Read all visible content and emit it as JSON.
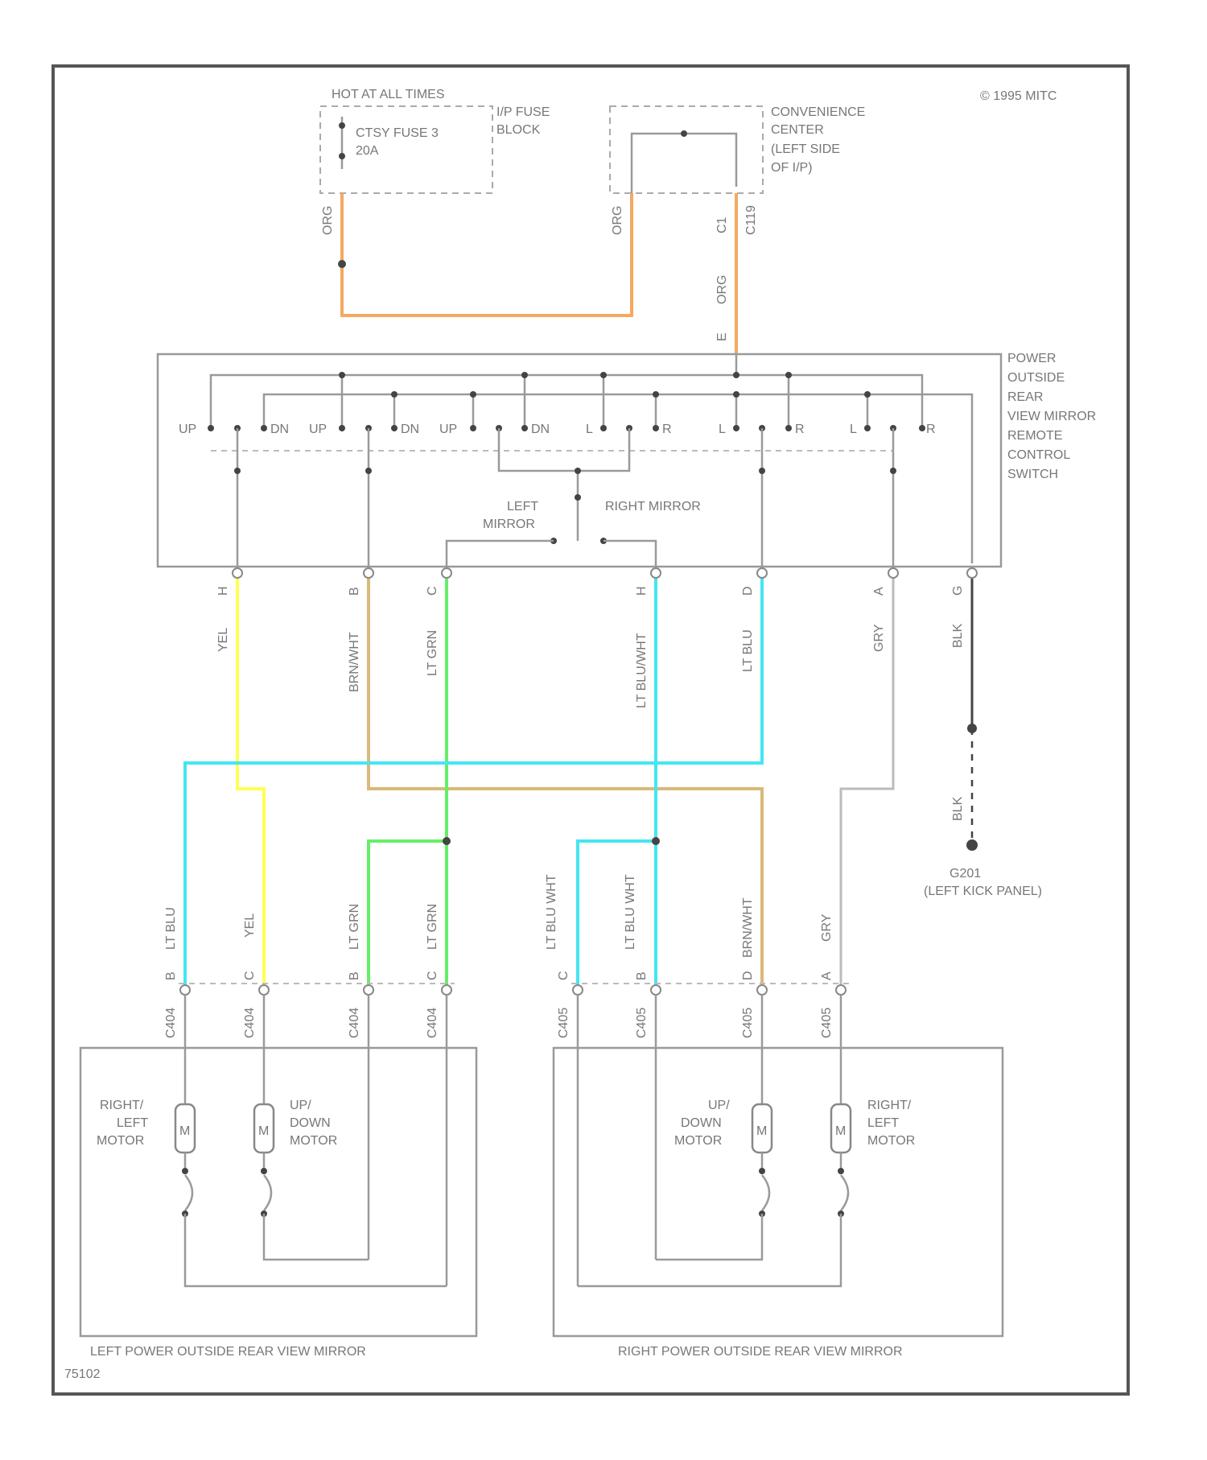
{
  "header": {
    "hot_label": "HOT AT ALL TIMES",
    "copyright": "© 1995 MITC"
  },
  "fuse_block": {
    "fuse": "CTSY FUSE 3",
    "rating": "20A",
    "name_line1": "I/P FUSE",
    "name_line2": "BLOCK"
  },
  "convenience_center": {
    "line1": "CONVENIENCE",
    "line2": "CENTER",
    "line3": "(LEFT SIDE",
    "line4": "OF I/P)"
  },
  "top_wires": {
    "fuse_wire": "ORG",
    "cc_in_wire": "ORG",
    "cc_pin": "C1",
    "cc_pin_code": "C119",
    "cc_out_wire": "ORG",
    "switch_pin": "E"
  },
  "switch": {
    "name_lines": [
      "POWER",
      "OUTSIDE",
      "REAR",
      "VIEW MIRROR",
      "REMOTE",
      "CONTROL",
      "SWITCH"
    ],
    "contacts": [
      "UP",
      "DN",
      "UP",
      "DN",
      "UP",
      "DN",
      "L",
      "R",
      "L",
      "R",
      "L",
      "R"
    ],
    "left_mirror_line1": "LEFT",
    "left_mirror_line2": "MIRROR",
    "right_mirror": "RIGHT MIRROR"
  },
  "switch_outputs": [
    {
      "pin": "H",
      "wire": "YEL"
    },
    {
      "pin": "B",
      "wire": "BRN/WHT"
    },
    {
      "pin": "C",
      "wire": "LT GRN"
    },
    {
      "pin": "H",
      "wire": "LT BLU/WHT"
    },
    {
      "pin": "D",
      "wire": "LT BLU"
    },
    {
      "pin": "A",
      "wire": "GRY"
    },
    {
      "pin": "G",
      "wire": "BLK"
    }
  ],
  "ground": {
    "wire": "BLK",
    "name": "G201",
    "location": "(LEFT KICK PANEL)"
  },
  "left_connector": [
    {
      "wire": "LT BLU",
      "pin": "B",
      "connector": "C404"
    },
    {
      "wire": "YEL",
      "pin": "C",
      "connector": "C404"
    },
    {
      "wire": "LT GRN",
      "pin": "B",
      "connector": "C404"
    },
    {
      "wire": "LT GRN",
      "pin": "C",
      "connector": "C404"
    }
  ],
  "right_connector": [
    {
      "wire": "LT BLU WHT",
      "pin": "C",
      "connector": "C405"
    },
    {
      "wire": "LT BLU WHT",
      "pin": "B",
      "connector": "C405"
    },
    {
      "wire": "BRN/WHT",
      "pin": "D",
      "connector": "C405"
    },
    {
      "wire": "GRY",
      "pin": "A",
      "connector": "C405"
    }
  ],
  "left_mirror": {
    "motor1": [
      "RIGHT/",
      "LEFT",
      "MOTOR"
    ],
    "motor2": [
      "UP/",
      "DOWN",
      "MOTOR"
    ],
    "label": "LEFT POWER OUTSIDE REAR VIEW MIRROR",
    "motor_tag": "M"
  },
  "right_mirror": {
    "motor1": [
      "UP/",
      "DOWN",
      "MOTOR"
    ],
    "motor2": [
      "RIGHT/",
      "LEFT",
      "MOTOR"
    ],
    "label": "RIGHT POWER OUTSIDE REAR VIEW MIRROR",
    "motor_tag": "M"
  },
  "figure_id": "75102",
  "colors": {
    "orange": "#f5a860",
    "yellow": "#ffff55",
    "lt_grn": "#66ee66",
    "lt_blu": "#44e6f2",
    "brn_wht": "#d9b97a",
    "gray": "#9a9a9a",
    "black": "#444444"
  }
}
